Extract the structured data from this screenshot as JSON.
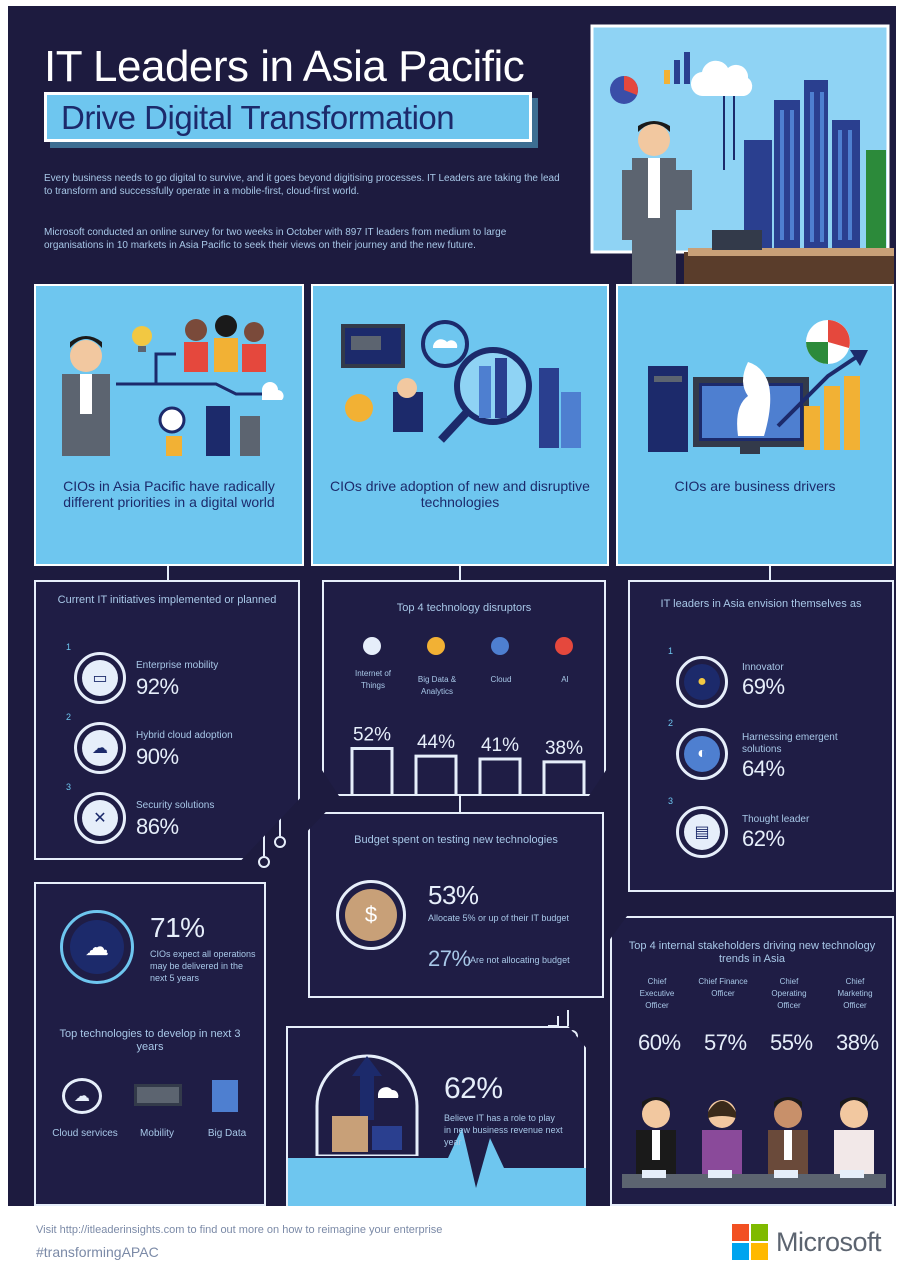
{
  "header": {
    "title": "IT Leaders in Asia Pacific",
    "subtitle": "Drive Digital Transformation",
    "intro_p1": "Every business needs to go digital to survive, and it goes beyond digitising processes. IT Leaders are taking the lead to transform and successfully operate in a mobile-first, cloud-first world.",
    "intro_p2": "Microsoft conducted an online survey for two weeks in October with 897 IT leaders from medium to large organisations in 10 markets in Asia Pacific to seek their views on their journey and the new future."
  },
  "panels": [
    {
      "caption": "CIOs in Asia Pacific have radically different priorities in a digital world"
    },
    {
      "caption": "CIOs drive adoption of new and disruptive technologies"
    },
    {
      "caption": "CIOs are business drivers"
    }
  ],
  "initiatives": {
    "title": "Current IT initiatives implemented or planned",
    "items": [
      {
        "index": "1",
        "label": "Enterprise mobility",
        "value": "92%"
      },
      {
        "index": "2",
        "label": "Hybrid cloud adoption",
        "value": "90%"
      },
      {
        "index": "3",
        "label": "Security solutions",
        "value": "86%"
      }
    ]
  },
  "disruptors": {
    "title": "Top 4 technology disruptors",
    "items": [
      {
        "label": "Internet of Things",
        "value": "52%",
        "level": 52
      },
      {
        "label": "Big Data & Analytics",
        "value": "44%",
        "level": 44
      },
      {
        "label": "Cloud",
        "value": "41%",
        "level": 41
      },
      {
        "label": "AI",
        "value": "38%",
        "level": 38
      }
    ]
  },
  "self_view": {
    "title": "IT leaders in Asia envision themselves as",
    "items": [
      {
        "index": "1",
        "label": "Innovator",
        "value": "69%"
      },
      {
        "index": "2",
        "label": "Harnessing emergent solutions",
        "value": "64%"
      },
      {
        "index": "3",
        "label": "Thought leader",
        "value": "62%"
      }
    ]
  },
  "cloud": {
    "value": "71%",
    "label": "CIOs expect all operations may be delivered in the next 5 years",
    "tech_title": "Top technologies to develop in next 3 years",
    "tech_items": [
      "Cloud services",
      "Mobility",
      "Big Data"
    ]
  },
  "budget": {
    "title": "Budget spent on testing new technologies",
    "primary_value": "53%",
    "primary_label": "Allocate 5% or up of their IT budget",
    "secondary_value": "27%",
    "secondary_label": "Are not allocating budget"
  },
  "stakeholders": {
    "title": "Top 4 internal stakeholders driving new technology trends in Asia",
    "items": [
      {
        "label": "Chief Executive Officer",
        "value": "60%"
      },
      {
        "label": "Chief Finance Officer",
        "value": "57%",
        "short": "Chief Finance Officer"
      },
      {
        "label": "Chief Operating Officer",
        "value": "55%"
      },
      {
        "label": "Chief Marketing Officer",
        "value": "38%"
      }
    ]
  },
  "growth": {
    "value": "62%",
    "label": "Believe IT has a role to play in new business revenue next year"
  },
  "footer": {
    "link": "Visit http://itleaderinsights.com to find out more on how to reimagine your enterprise",
    "hashtag": "#transformingAPAC",
    "brand": "Microsoft"
  },
  "colors": {
    "background": "#1d1b3f",
    "accent": "#6ec6ef",
    "text_light": "#e6eefa",
    "navy": "#1c2a6b"
  }
}
